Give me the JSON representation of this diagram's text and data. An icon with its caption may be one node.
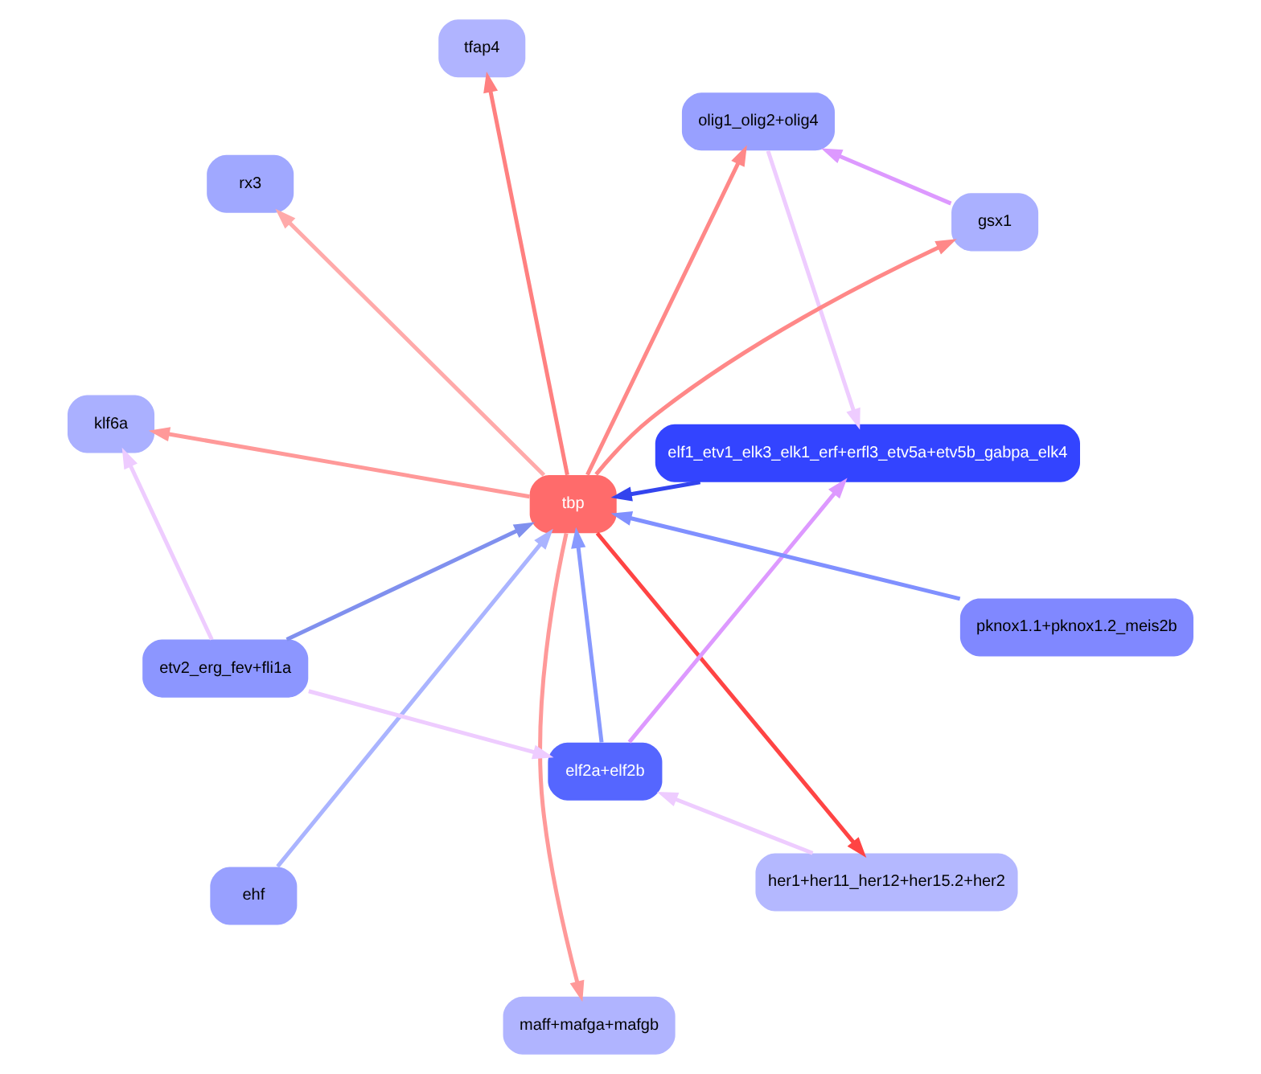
{
  "diagram": {
    "nodes": [
      {
        "text": [
          "klf6a"
        ]
      },
      {
        "text": [
          "gsx1"
        ]
      },
      {
        "text": [
          "maff+mafga+mafgb"
        ]
      },
      {
        "text": [
          "rx3"
        ]
      },
      {
        "text": [
          "tfap4"
        ]
      },
      {
        "text": [
          "olig1_olig2+olig4"
        ]
      },
      {
        "text": [
          "tbp"
        ]
      },
      {
        "text": [
          "her1+her11_her12+her15.2+her2"
        ]
      },
      {
        "text": [
          "ehf"
        ]
      },
      {
        "text": [
          "elf1_etv1_elk3_elk1_erf+erfl3_etv5a+etv5b_gabpa_elk4"
        ]
      },
      {
        "text": [
          "etv2_erg_fev+fli1a"
        ]
      },
      {
        "text": [
          "elf2a+elf2b"
        ]
      },
      {
        "text": [
          "pknox1.1+pknox1.2_meis2b"
        ]
      }
    ],
    "edges": [
      {
        "from": 6,
        "to": 0,
        "arrow": "to",
        "color": "#ff9999"
      },
      {
        "from": 6,
        "to": 1,
        "arrow": "to",
        "color": "#ff8888"
      },
      {
        "from": 6,
        "to": 2,
        "arrow": "to",
        "color": "#ff9999"
      },
      {
        "from": 6,
        "to": 3,
        "arrow": "to",
        "color": "#ffaaaa"
      },
      {
        "from": 6,
        "to": 4,
        "arrow": "to",
        "color": "#ff8080"
      },
      {
        "from": 6,
        "to": 5,
        "arrow": "to",
        "color": "#ff8888"
      },
      {
        "from": 6,
        "to": 7,
        "arrow": "to",
        "color": "#ff4444"
      },
      {
        "from": 1,
        "to": 5,
        "arrow": "to",
        "color": "#dd99ff"
      },
      {
        "from": 5,
        "to": 9,
        "arrow": "to",
        "color": "#eeccff"
      },
      {
        "from": 10,
        "to": 0,
        "arrow": "to",
        "color": "#eeccff"
      },
      {
        "from": 8,
        "to": 6,
        "arrow": "to",
        "color": "#aab4ff"
      },
      {
        "from": 9,
        "to": 6,
        "arrow": "to",
        "color": "#3344ee"
      },
      {
        "from": 11,
        "to": 6,
        "arrow": "to",
        "color": "#8899ff"
      },
      {
        "from": 12,
        "to": 6,
        "arrow": "to",
        "color": "#8090ff"
      },
      {
        "from": 10,
        "to": 6,
        "arrow": "to",
        "color": "#8090ee"
      },
      {
        "from": 7,
        "to": 11,
        "arrow": "to",
        "color": "#eeccff"
      },
      {
        "from": 10,
        "to": 11,
        "arrow": "to",
        "color": "#eeccff"
      },
      {
        "from": 11,
        "to": 9,
        "arrow": "to",
        "color": "#dd99ff"
      }
    ]
  }
}
